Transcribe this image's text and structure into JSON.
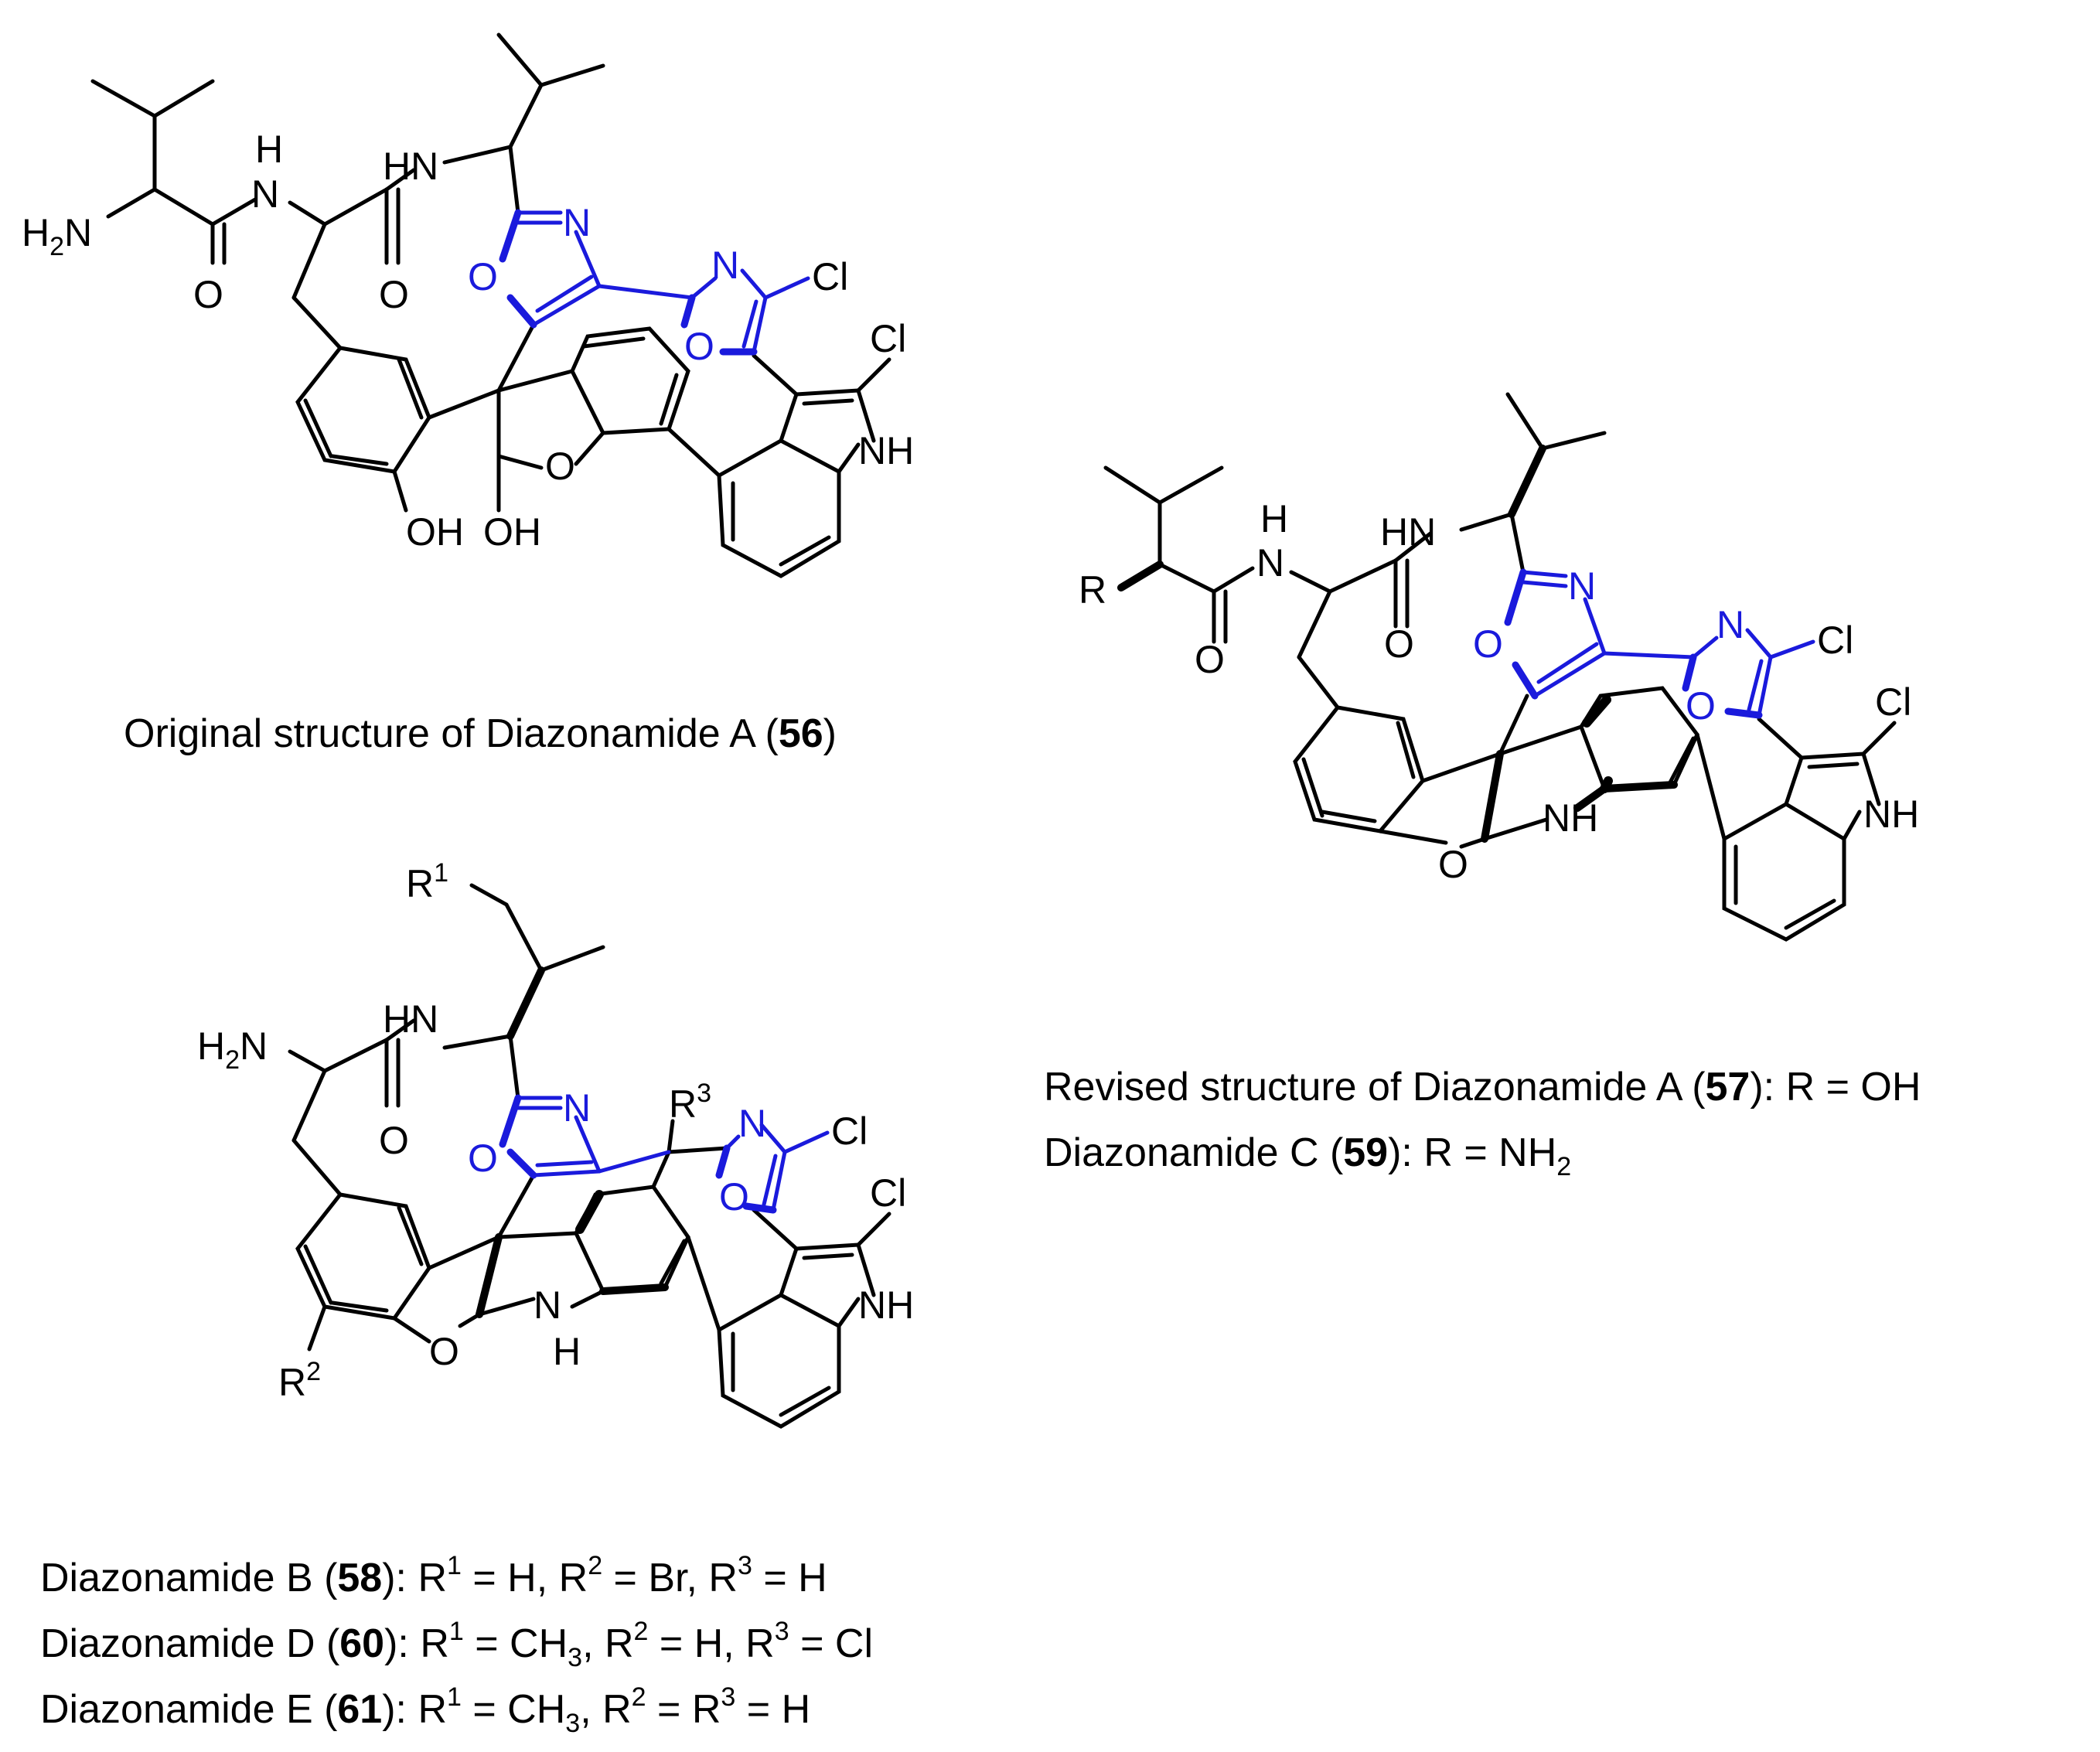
{
  "captions": {
    "original": {
      "text": "Original structure of Diazonamide A (",
      "num": "56",
      "tail": ")"
    },
    "revised_a": {
      "text": "Revised structure of Diazonamide A (",
      "num": "57",
      "tail": "): R = OH"
    },
    "revised_c": {
      "text": "Diazonamide C (",
      "num": "59",
      "tail": "): R = NH",
      "sub": "2"
    },
    "b": {
      "text": "Diazonamide B (",
      "num": "58",
      "p1": "): R",
      "s1": "1",
      "p2": " = H, R",
      "s2": "2",
      "p3": " = Br, R",
      "s3": "3",
      "p4": " = H"
    },
    "d": {
      "text": "Diazonamide D (",
      "num": "60",
      "p1": "): R",
      "s1": "1",
      "p2": " = CH",
      "sb": "3",
      "p3": ", R",
      "s2": "2",
      "p4": " = H, R",
      "s3": "3",
      "p5": " = Cl"
    },
    "e": {
      "text": "Diazonamide E (",
      "num": "61",
      "p1": "): R",
      "s1": "1",
      "p2": " = CH",
      "sb": "3",
      "p3": ", R",
      "s2": "2",
      "p4": " =  R",
      "s3": "3",
      "p5": " = H"
    }
  },
  "atoms": {
    "H2N": "H",
    "H2N_sub": "2",
    "N": "N",
    "H": "H",
    "HN": "HN",
    "NH": "NH",
    "O": "O",
    "OH": "OH",
    "Cl": "Cl",
    "R": "R",
    "R1": "R",
    "R1_sup": "1",
    "R2": "R",
    "R2_sup": "2",
    "R3": "R",
    "R3_sup": "3"
  },
  "colors": {
    "bond": "#000000",
    "oxazole": "#1a1adc"
  }
}
